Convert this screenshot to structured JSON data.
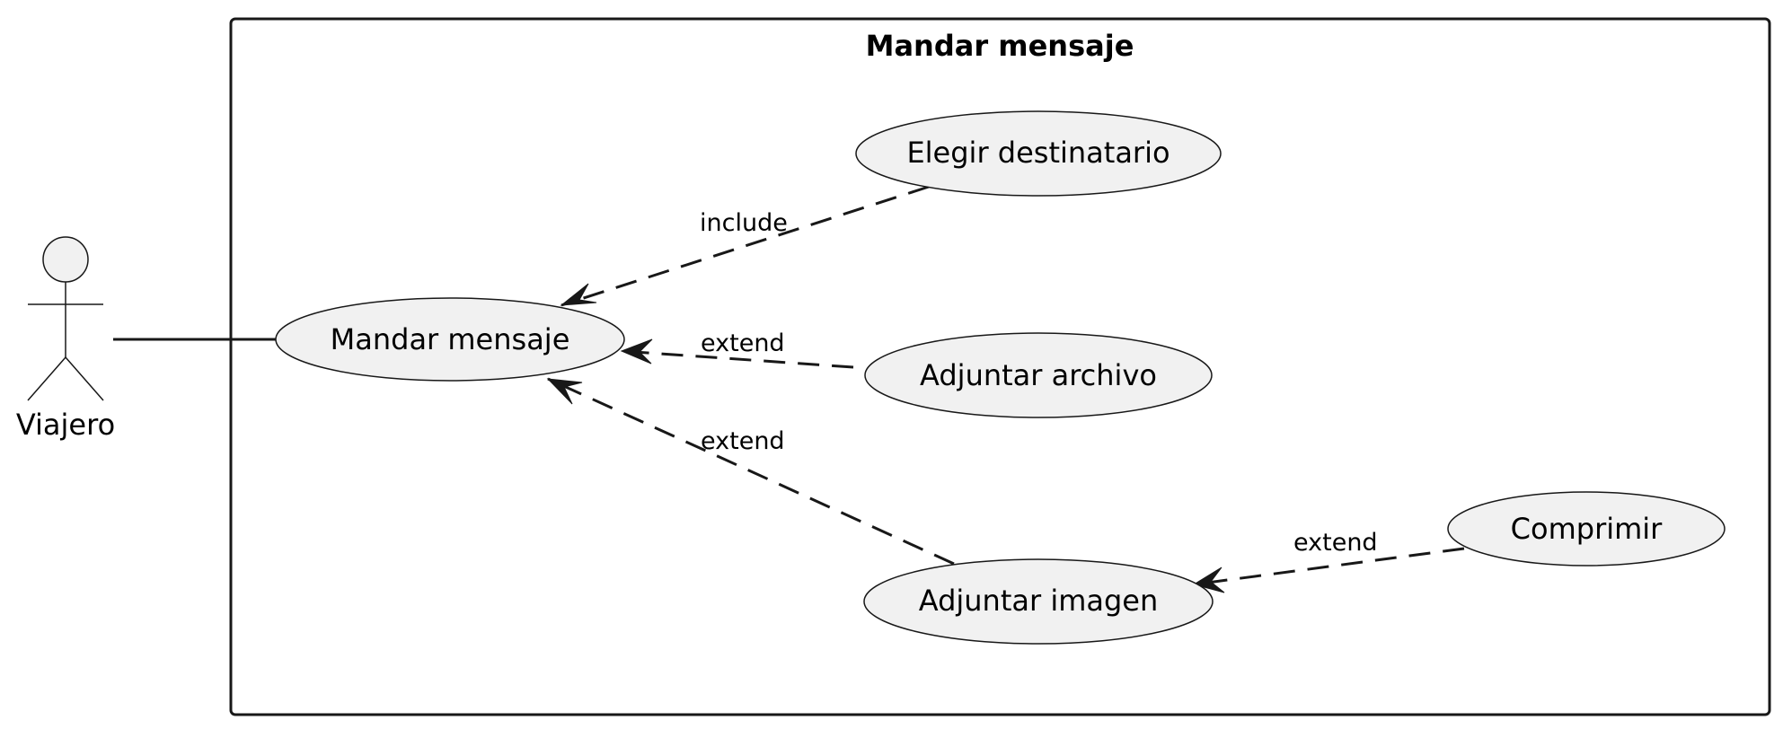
{
  "system": {
    "title": "Mandar mensaje"
  },
  "actor": {
    "label": "Viajero"
  },
  "use_cases": {
    "mandar_mensaje": "Mandar mensaje",
    "elegir_destinatario": "Elegir destinatario",
    "adjuntar_archivo": "Adjuntar archivo",
    "adjuntar_imagen": "Adjuntar imagen",
    "comprimir": "Comprimir"
  },
  "relations": {
    "include": "include",
    "extend_archivo": "extend",
    "extend_imagen": "extend",
    "extend_comprimir": "extend"
  },
  "colors": {
    "node_fill": "#f1f1f1",
    "stroke": "#181818",
    "background": "#ffffff"
  }
}
